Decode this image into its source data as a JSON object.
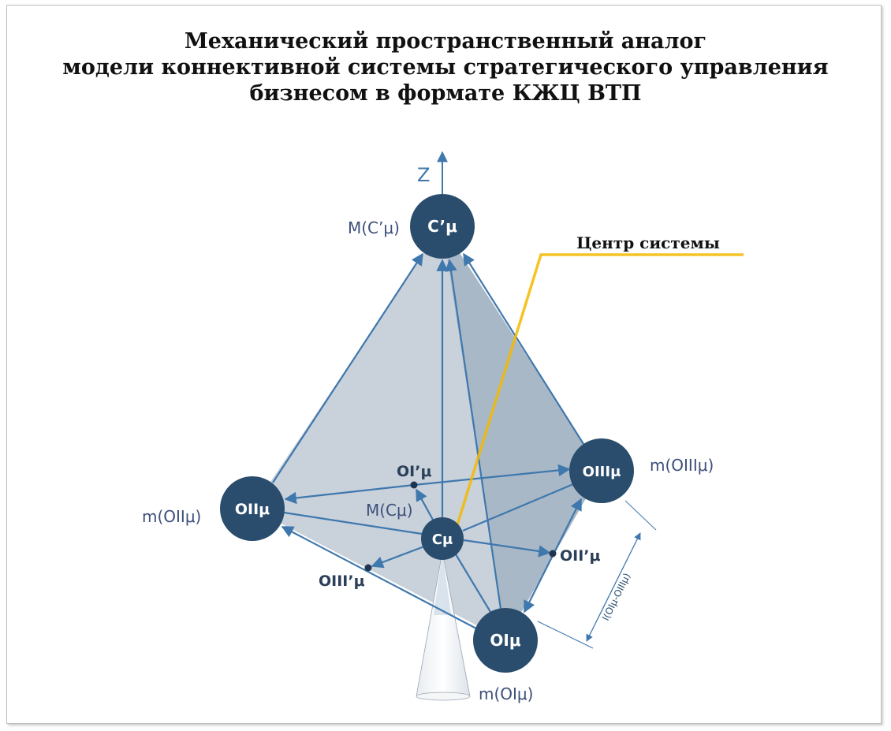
{
  "title": {
    "line1": "Механический пространственный аналог",
    "line2": "модели коннективной системы стратегического управления",
    "line3": "бизнесом в формате КЖЦ ВТП"
  },
  "axis": {
    "z": "Z"
  },
  "callout": {
    "label": "Центр системы",
    "color": "#f5b800"
  },
  "nodes": {
    "c_prime": {
      "label": "C’μ",
      "mass_label": "M(C’μ)"
    },
    "c": {
      "label": "Cμ",
      "mass_label": "M(Cμ)"
    },
    "oi": {
      "label": "OIμ",
      "mass_label": "m(OIμ)"
    },
    "oii": {
      "label": "OIIμ",
      "mass_label": "m(OIIμ)"
    },
    "oiii": {
      "label": "OIIIμ",
      "mass_label": "m(OIIIμ)"
    }
  },
  "points": {
    "oi_prime": "OI’μ",
    "oii_prime": "OII’μ",
    "oiii_prime": "OIII’μ"
  },
  "dimension": {
    "label": "l(OIμ-OIIIμ)"
  },
  "colors": {
    "node": "#2a4d6e",
    "edge": "#3f78ad",
    "label": "#3d4f7a",
    "face_left": "#c9d1db",
    "face_right": "#a9b8c7"
  }
}
